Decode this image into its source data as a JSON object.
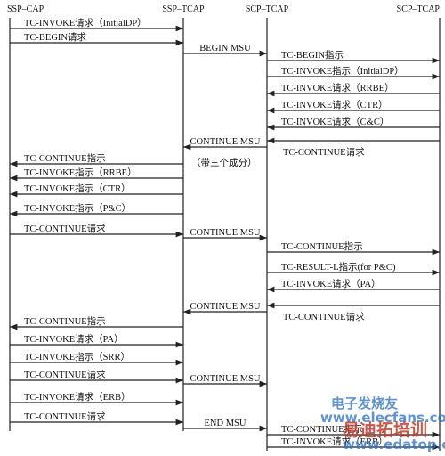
{
  "participants": [
    "SSP–CAP",
    "SSP–TCAP",
    "SCP–TCAP",
    "SCP–TCAP"
  ],
  "messages": [
    {
      "text": "TC-INVOKE请求（InitialDP）",
      "from": 0,
      "to": 1
    },
    {
      "text": "TC-BEGIN请求",
      "from": 0,
      "to": 1
    },
    {
      "text": "BEGIN MSU",
      "from": 1,
      "to": 2
    },
    {
      "text": "TC-BEGIN指示",
      "from": 2,
      "to": 3
    },
    {
      "text": "TC-INVOKE指示（InitialDP）",
      "from": 2,
      "to": 3
    },
    {
      "text": "TC-INVOKE请求（RRBE）",
      "from": 3,
      "to": 2
    },
    {
      "text": "TC-INVOKE请求（CTR）",
      "from": 3,
      "to": 2
    },
    {
      "text": "TC-INVOKE请求（C&C）",
      "from": 3,
      "to": 2
    },
    {
      "text": "TC-CONTINUE请求",
      "from": 3,
      "to": 2
    },
    {
      "text": "CONTINUE MSU",
      "from": 2,
      "to": 1
    },
    {
      "text": "（带三个成分）",
      "from": 2,
      "to": 1
    },
    {
      "text": "TC-CONTINUE指示",
      "from": 1,
      "to": 0
    },
    {
      "text": "TC-INVOKE指示（RRBE）",
      "from": 1,
      "to": 0
    },
    {
      "text": "TC-INVOKE指示（CTR）",
      "from": 1,
      "to": 0
    },
    {
      "text": "TC-INVOKE指示（P&C）",
      "from": 1,
      "to": 0
    },
    {
      "text": "TC-CONTINUE请求",
      "from": 0,
      "to": 1
    },
    {
      "text": "CONTINUE MSU",
      "from": 1,
      "to": 2
    },
    {
      "text": "TC-CONTINUE指示",
      "from": 2,
      "to": 3
    },
    {
      "text": "TC-RESULT-L指示(for P&C)",
      "from": 2,
      "to": 3
    },
    {
      "text": "TC-INVOKE请求（PA）",
      "from": 3,
      "to": 2
    },
    {
      "text": "TC-CONTINUE请求",
      "from": 3,
      "to": 2
    },
    {
      "text": "CONTINUE MSU",
      "from": 2,
      "to": 1
    },
    {
      "text": "TC-CONTINUE指示",
      "from": 1,
      "to": 0
    },
    {
      "text": "TC-INVOKE请求（PA）",
      "from": 0,
      "to": 1
    },
    {
      "text": "TC-INVOKE指示（SRR）",
      "from": 0,
      "to": 1
    },
    {
      "text": "TC-CONTINUE请求",
      "from": 0,
      "to": 1
    },
    {
      "text": "CONTINUE MSU",
      "from": 1,
      "to": 2
    },
    {
      "text": "TC-INVOKE请求（ERB）",
      "from": 0,
      "to": 1
    },
    {
      "text": "TC-CONTINUE请求",
      "from": 0,
      "to": 1
    },
    {
      "text": "END MSU",
      "from": 1,
      "to": 2
    },
    {
      "text": "TC-CONTINUE指示",
      "from": 2,
      "to": 3
    },
    {
      "text": "TC-INVOKE请求（ERB）",
      "from": 2,
      "to": 3
    }
  ],
  "watermark": {
    "line1": "电子发烧友",
    "line2": "www.elecfans.com",
    "line3": "易迪拓培训",
    "line4": "www.edatop.com"
  }
}
